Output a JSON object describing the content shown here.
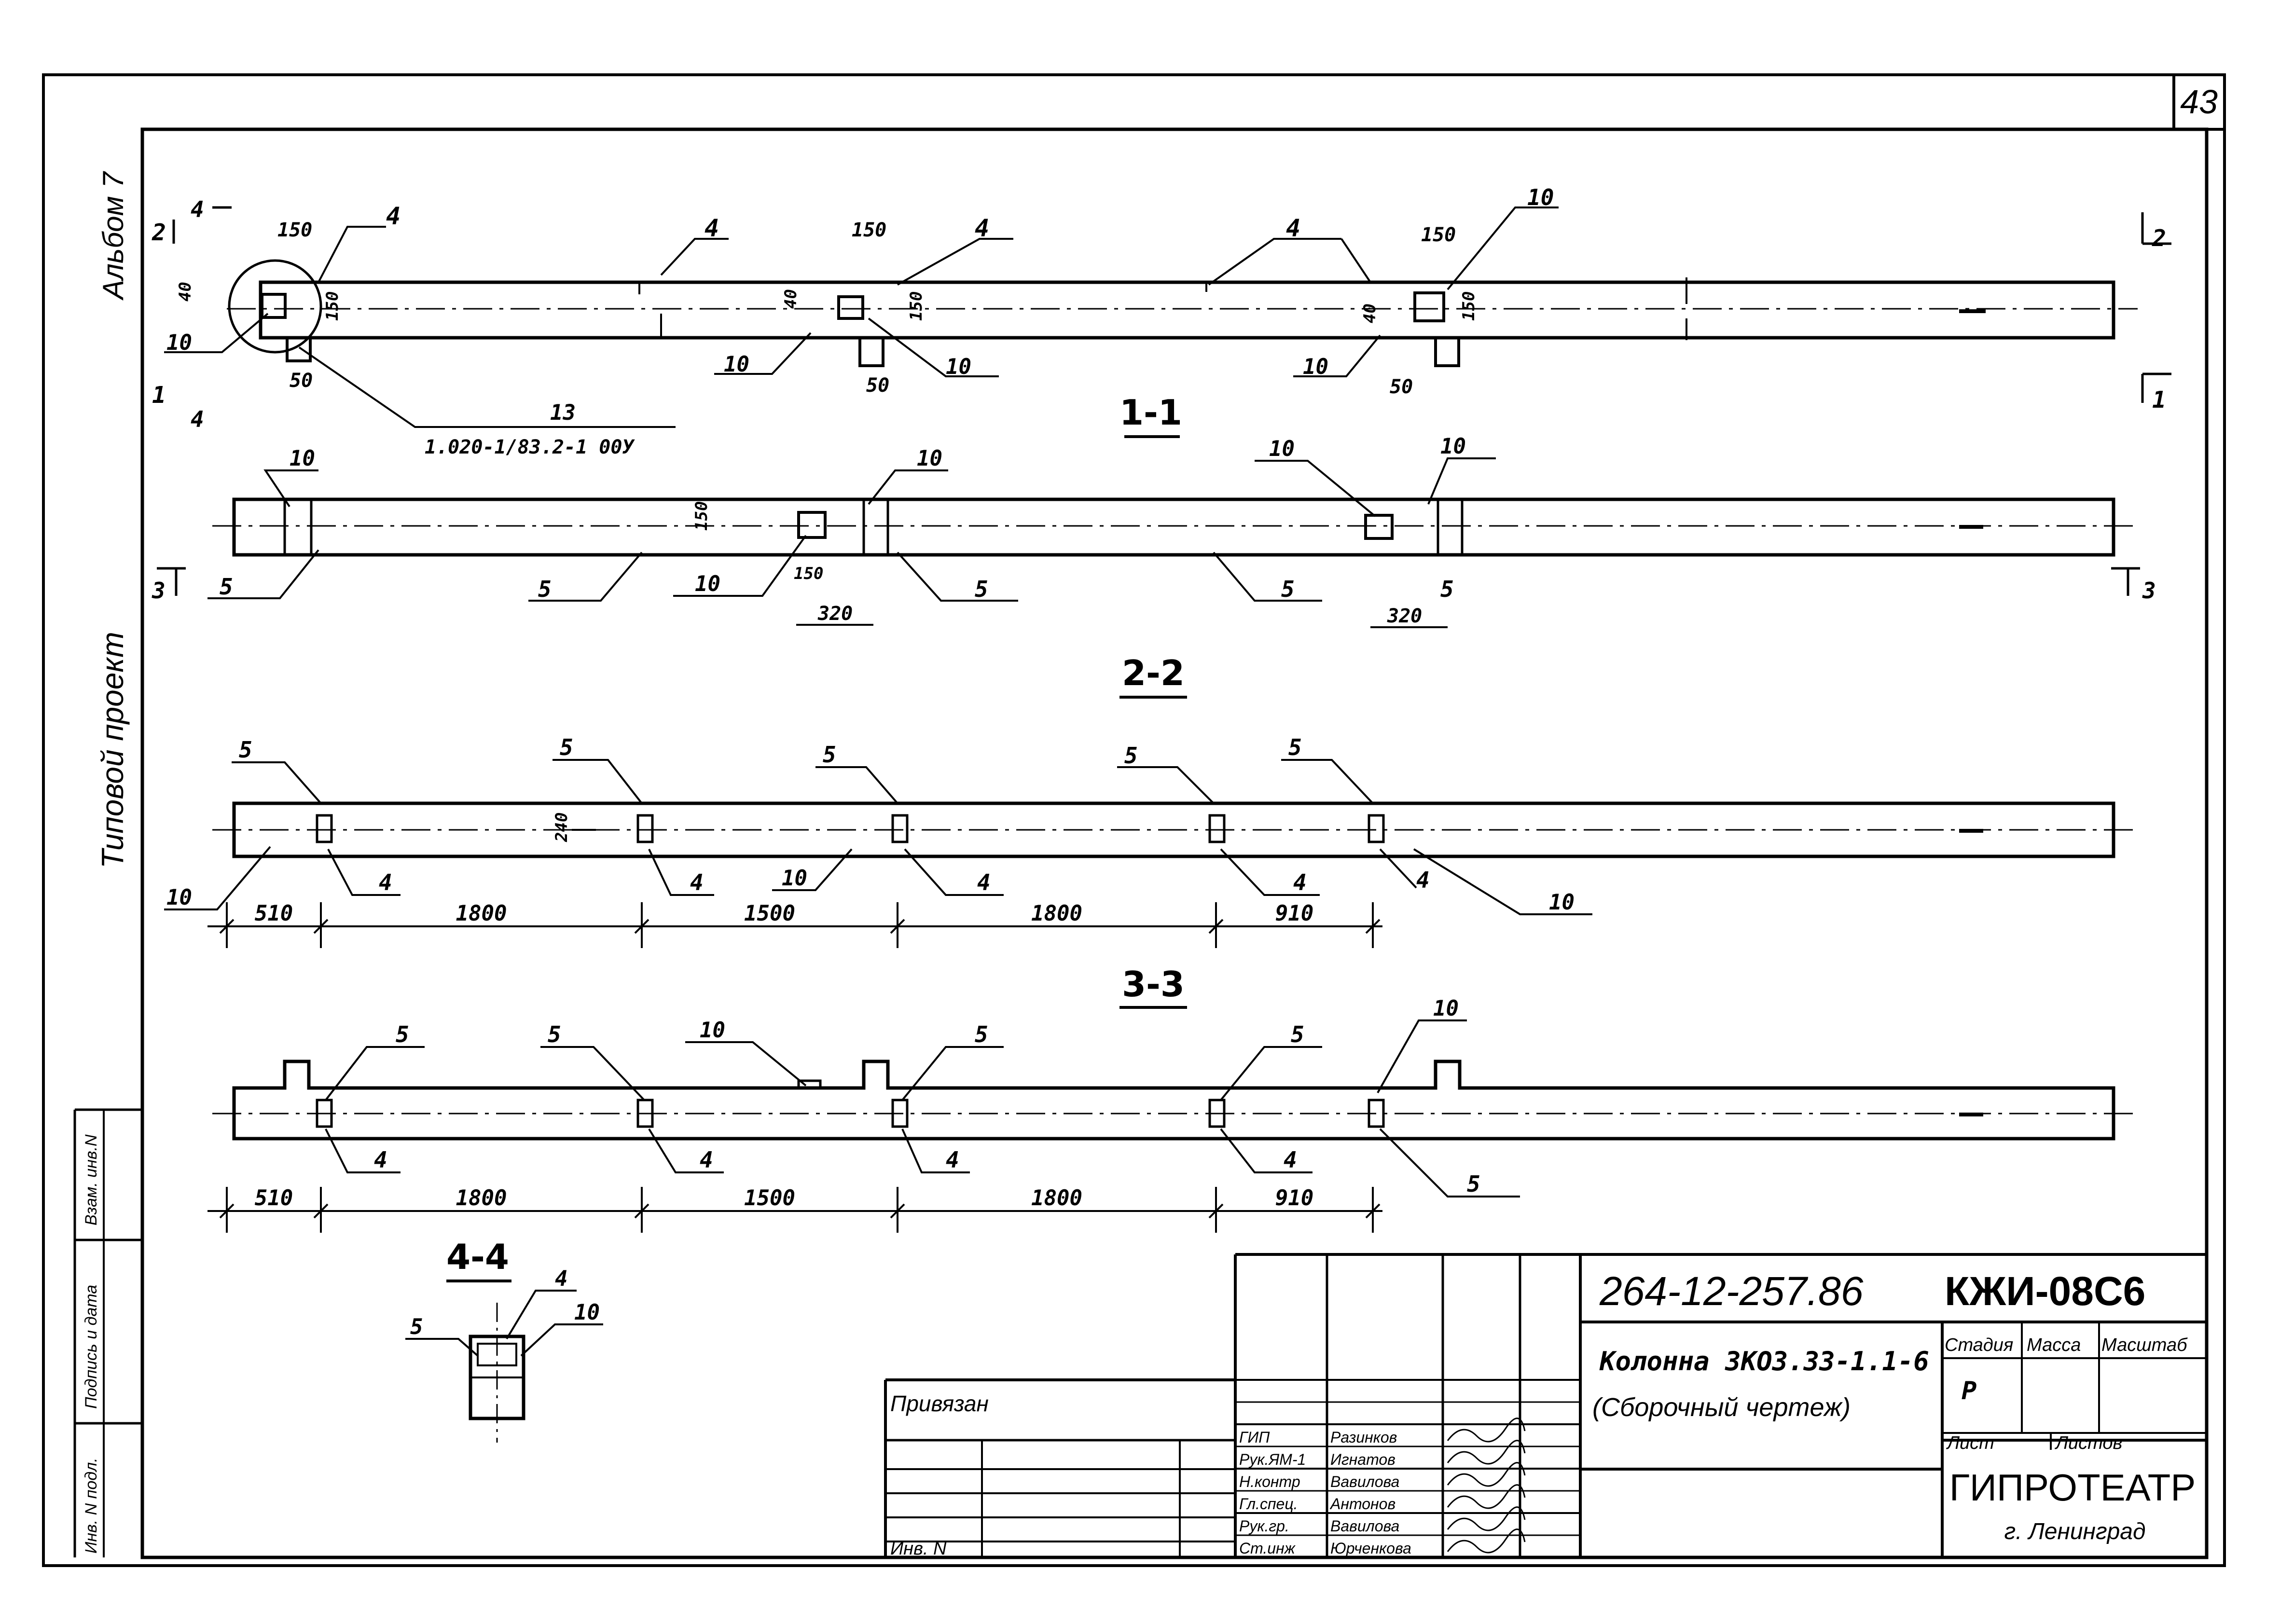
{
  "sheet_number": "43",
  "side_labels": {
    "album": "Альбом 7",
    "project_type": "Типовой проект",
    "stamp_cells": [
      "Взам. инв.N",
      "Подпись и дата",
      "Инв. N подл."
    ]
  },
  "views": {
    "view_1_1": "1-1",
    "view_2_2": "2-2",
    "view_3_3": "3-3",
    "view_4_4": "4-4"
  },
  "plan_view": {
    "dims": {
      "d150a": "150",
      "d150b": "150",
      "d150c": "150",
      "d40a": "40",
      "d40b": "40",
      "d40c": "40",
      "d150v1": "150",
      "d150v2": "150",
      "d150v3": "150",
      "d50a": "50",
      "d50b": "50",
      "d50c": "50"
    },
    "leaders": {
      "l4a": "4",
      "l4b": "4",
      "l4c": "4",
      "l4top": "4",
      "l4bot": "4",
      "l10a": "10",
      "l10b": "10",
      "l10c": "10",
      "l10d": "10",
      "l10e": "10"
    },
    "section_marks": {
      "s2left": "2",
      "s1left": "1",
      "s2right": "2",
      "s1right": "1"
    },
    "detail_num": "13",
    "detail_ref": "1.020-1/83.2-1 00У"
  },
  "section_1_1": {
    "leaders": {
      "l10a": "10",
      "l10b": "10",
      "l10c": "10",
      "l10d": "10",
      "l10e": "10",
      "l5a": "5",
      "l5b": "5",
      "l5c": "5",
      "l5d": "5",
      "l5e": "5"
    },
    "dims": {
      "d150": "150",
      "d150b": "150",
      "d320a": "320",
      "d320b": "320"
    },
    "marks": {
      "s3left": "3",
      "s3right": "3"
    }
  },
  "section_2_2": {
    "leaders": {
      "l5a": "5",
      "l5b": "5",
      "l5c": "5",
      "l5d": "5",
      "l5e": "5",
      "l4a": "4",
      "l4b": "4",
      "l4c": "4",
      "l4d": "4",
      "l4e": "4",
      "l10a": "10",
      "l10b": "10",
      "l10c": "10"
    },
    "d240": "240",
    "dims": [
      "510",
      "1800",
      "1500",
      "1800",
      "910"
    ]
  },
  "section_3_3": {
    "leaders": {
      "l5a": "5",
      "l5b": "5",
      "l5c": "5",
      "l5d": "5",
      "l5e": "5",
      "l4a": "4",
      "l4b": "4",
      "l4c": "4",
      "l4d": "4",
      "l10a": "10",
      "l10b": "10"
    },
    "dims": [
      "510",
      "1800",
      "1500",
      "1800",
      "910"
    ]
  },
  "section_4_4": {
    "l5": "5",
    "l4": "4",
    "l10": "10"
  },
  "title_block": {
    "code": "264-12-257.86",
    "mark": "КЖИ-08С6",
    "title_line1": "Колонна 3КО3.33-1.1-6",
    "title_line2": "(Сборочный чертеж)",
    "col_stage": "Стадия",
    "col_mass": "Масса",
    "col_scale": "Масштаб",
    "stage_value": "Р",
    "sheet_label": "Лист",
    "sheets_label": "Листов",
    "org": "ГИПРОТЕАТР",
    "city": "г. Ленинград",
    "privyazan": "Привязан",
    "inv_no": "Инв. N",
    "roles": [
      "ГИП",
      "Рук.ЯМ-1",
      "Н.контр",
      "Гл.спец.",
      "Рук.гр.",
      "Ст.инж"
    ],
    "names": [
      "Разинков",
      "Игнатов",
      "Вавилова",
      "Антонов",
      "Вавилова",
      "Юрченкова"
    ]
  }
}
